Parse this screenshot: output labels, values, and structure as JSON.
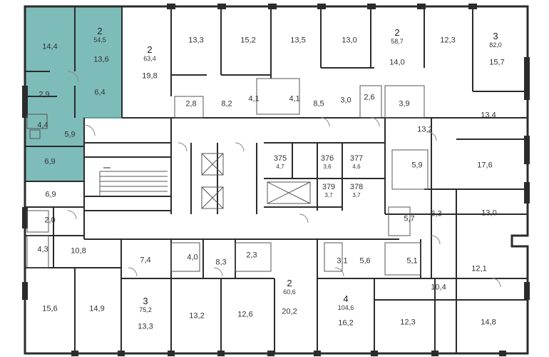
{
  "colors": {
    "wall": "#2b2b2b",
    "thin": "#555555",
    "highlight": "#7ebcb9",
    "highlight_stroke": "#3c8c88",
    "corridor": "#ffffff"
  },
  "apartments": [
    {
      "id": "a1",
      "rooms": "2",
      "total": "54,5",
      "highlighted": true
    },
    {
      "id": "a2",
      "rooms": "2",
      "total": "63,4"
    },
    {
      "id": "a3",
      "rooms": "2",
      "total": "58,7"
    },
    {
      "id": "a4",
      "rooms": "3",
      "total": "82,0"
    },
    {
      "id": "a5",
      "rooms": "3",
      "total": "75,2"
    },
    {
      "id": "a6",
      "rooms": "2",
      "total": "60,6"
    },
    {
      "id": "a7",
      "rooms": "4",
      "total": "104,6"
    }
  ],
  "storage": [
    {
      "num": "375",
      "size": "4,7"
    },
    {
      "num": "376",
      "size": "3,6"
    },
    {
      "num": "377",
      "size": "4,6"
    },
    {
      "num": "379",
      "size": "3,7"
    },
    {
      "num": "378",
      "size": "3,7"
    }
  ],
  "room_areas": [
    "14,4",
    "13,6",
    "2,9",
    "6,4",
    "4,4",
    "5,9",
    "6,9",
    "19,8",
    "13,3",
    "15,2",
    "13,5",
    "13,0",
    "14,0",
    "12,3",
    "15,7",
    "2,8",
    "8,2",
    "4,1",
    "4,1",
    "8,5",
    "3,0",
    "2,6",
    "3,9",
    "13,2",
    "13,4",
    "5,9",
    "17,6",
    "6,9",
    "2,0",
    "4,3",
    "10,8",
    "5,7",
    "6,3",
    "13,0",
    "7,4",
    "4,0",
    "8,3",
    "2,3",
    "3,1",
    "5,6",
    "5,1",
    "12,1",
    "10,4",
    "15,6",
    "14,9",
    "13,3",
    "13,2",
    "12,6",
    "20,2",
    "16,2",
    "12,3",
    "14,8"
  ]
}
